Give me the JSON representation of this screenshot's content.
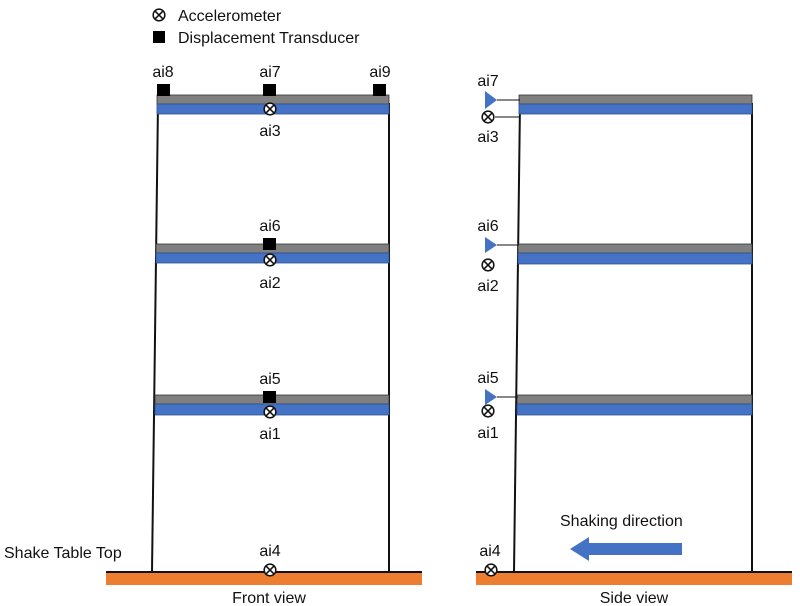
{
  "legend": {
    "accelerometer": "Accelerometer",
    "displacement_transducer": "Displacement Transducer"
  },
  "front_view": {
    "caption": "Front view",
    "sensor_labels": {
      "ai8": "ai8",
      "ai7": "ai7",
      "ai9": "ai9",
      "ai3": "ai3",
      "ai6": "ai6",
      "ai2": "ai2",
      "ai5": "ai5",
      "ai1": "ai1",
      "ai4": "ai4"
    }
  },
  "side_view": {
    "caption": "Side view",
    "sensor_labels": {
      "ai7": "ai7",
      "ai3": "ai3",
      "ai6": "ai6",
      "ai2": "ai2",
      "ai5": "ai5",
      "ai1": "ai1",
      "ai4": "ai4"
    },
    "shaking_direction": "Shaking direction"
  },
  "shake_table_label": "Shake Table Top",
  "colors": {
    "slab_blue": "#4472C4",
    "slab_gray": "#808080",
    "shake_table": "#ED7D31",
    "arrow": "#4472C4",
    "frame": "#111111"
  }
}
